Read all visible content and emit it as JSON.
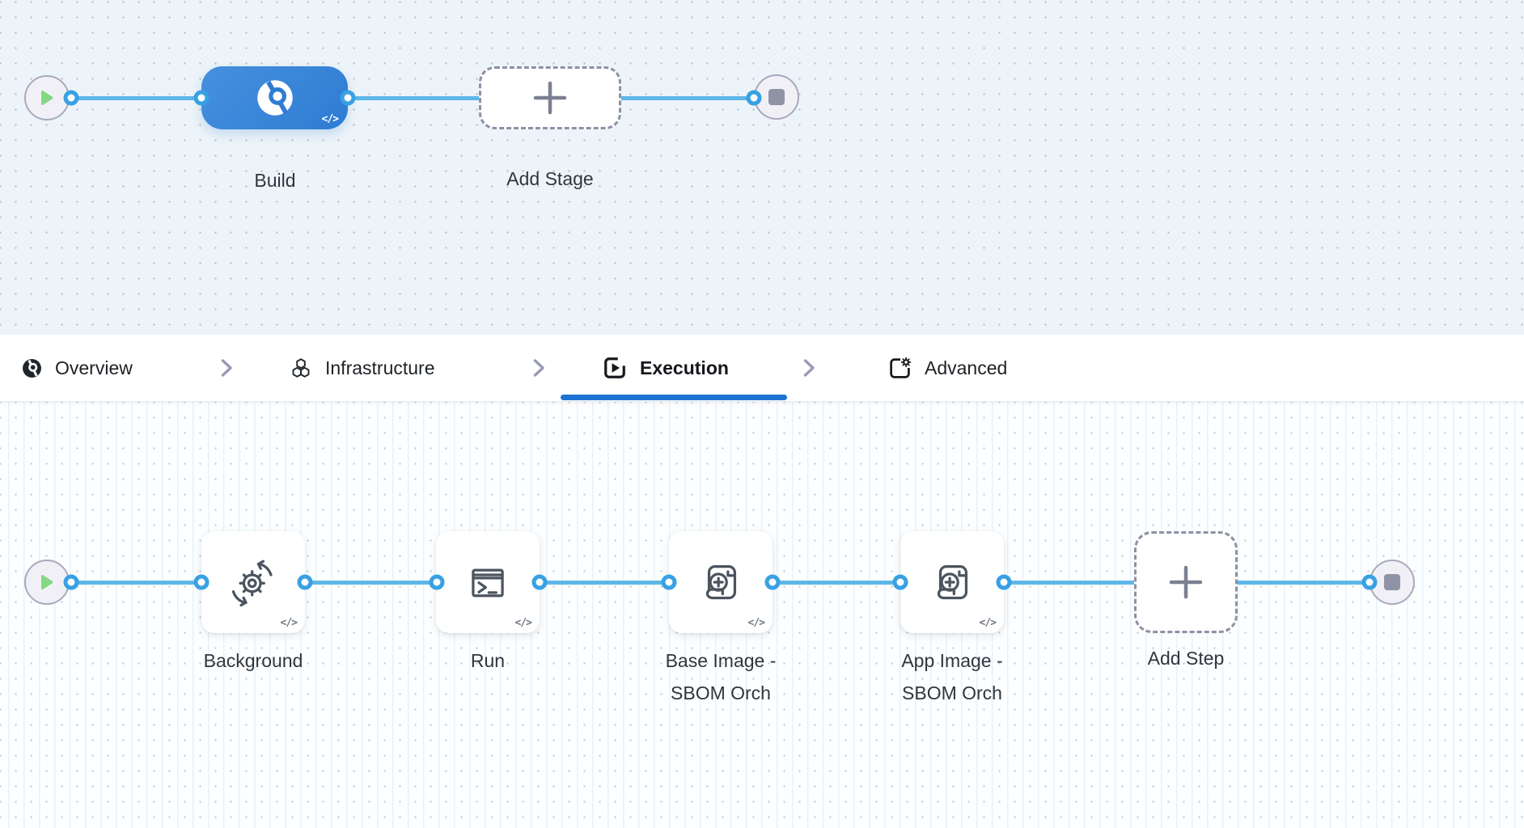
{
  "colors": {
    "stage_blue": "#2e7cd3",
    "connector_line_blue": "#5eb7e8",
    "connector_port_blue": "#38a1e4",
    "active_tab_underline_blue": "#1e73d2",
    "play_green": "#84d884",
    "stop_gray": "#8f93a6",
    "canvas_top_bg": "#edf4f9",
    "canvas_bottom_bg": "#fcfeff"
  },
  "icons": {
    "start": "play-circle-icon",
    "end": "stop-circle-icon",
    "stage": "ci-build-icon",
    "overview": "ci-circle-icon",
    "infrastructure": "hexagons-icon",
    "execution": "play-square-icon",
    "advanced": "square-gear-icon",
    "separator": "chevron-right-icon",
    "code": "code-braces-icon"
  },
  "stage_pipeline": {
    "stage_label": "Build",
    "add_stage_label": "Add Stage",
    "code_glyph": "</>"
  },
  "tabs": [
    {
      "label": "Overview",
      "active": false
    },
    {
      "label": "Infrastructure",
      "active": false
    },
    {
      "label": "Execution",
      "active": true
    },
    {
      "label": "Advanced",
      "active": false
    }
  ],
  "execution_pipeline": {
    "steps": [
      {
        "label": "Background",
        "icon": "gear-sync-icon"
      },
      {
        "label": "Run",
        "icon": "terminal-icon"
      },
      {
        "label": "Base Image - SBOM Orch",
        "icon": "scroll-plus-icon"
      },
      {
        "label": "App Image - SBOM Orch",
        "icon": "scroll-plus-icon"
      }
    ],
    "add_step_label": "Add Step",
    "code_glyph": "</>"
  }
}
